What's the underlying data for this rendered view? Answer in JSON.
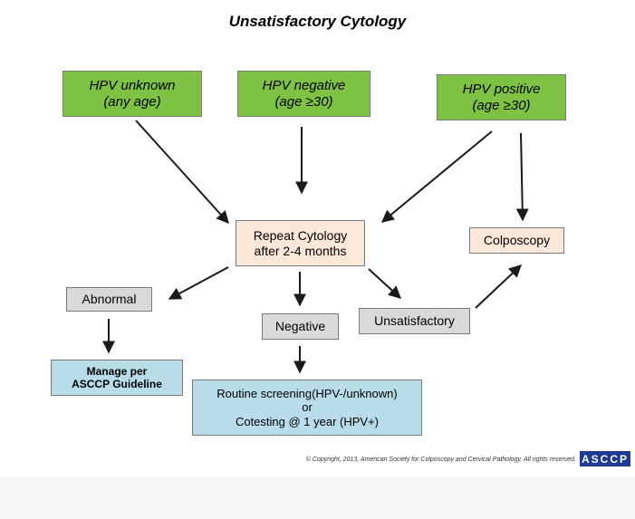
{
  "title": "Unsatisfactory Cytology",
  "nodes": {
    "hpv_unknown": [
      "HPV  unknown",
      "(any age)"
    ],
    "hpv_negative": [
      "HPV negative",
      "(age ≥30)"
    ],
    "hpv_positive": [
      "HPV positive",
      "(age ≥30)"
    ],
    "repeat_cytology": [
      "Repeat Cytology",
      "after 2-4 months"
    ],
    "colposcopy": "Colposcopy",
    "abnormal": "Abnormal",
    "negative": "Negative",
    "unsatisfactory": "Unsatisfactory",
    "manage": [
      "Manage per",
      "ASCCP Guideline"
    ],
    "routine": [
      "Routine screening(HPV-/unknown)",
      "or",
      "Cotesting @ 1 year (HPV+)"
    ]
  },
  "copyright": "© Copyright, 2013, American Society for Colposcopy and Cervical Pathology. All rights reserved.",
  "logo": "ASCCP",
  "colors": {
    "green": "#7dc242",
    "peach": "#fbe8d9",
    "gray": "#d9d9d9",
    "blue": "#b9dde8",
    "logo": "#1f3a93"
  }
}
